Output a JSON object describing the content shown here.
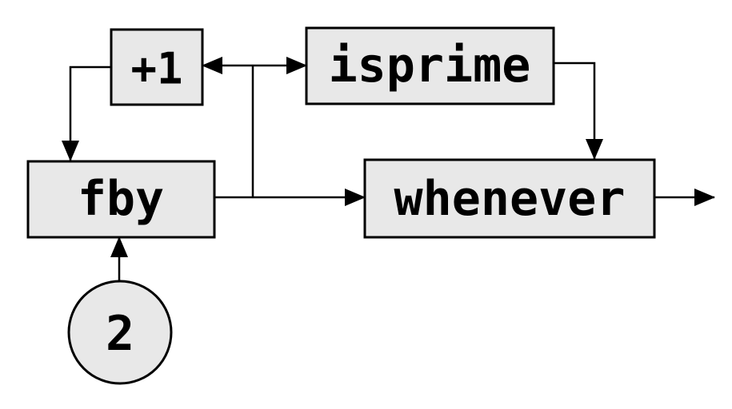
{
  "nodes": {
    "plus_one": "+1",
    "isprime": "isprime",
    "fby": "fby",
    "whenever": "whenever",
    "constant": "2"
  },
  "colors": {
    "node_fill": "#e8e8e8",
    "stroke": "#000000",
    "background": "#ffffff"
  }
}
